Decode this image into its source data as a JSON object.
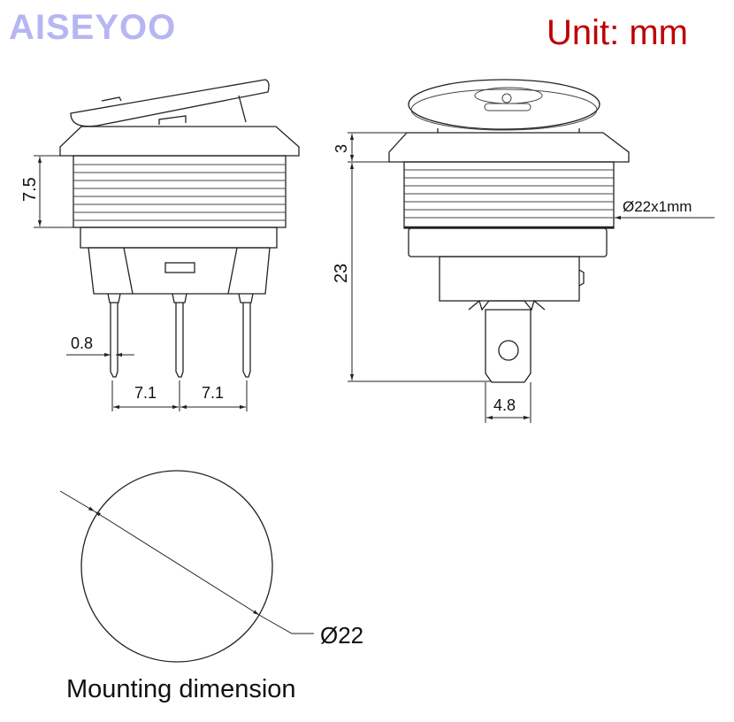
{
  "brand": {
    "logo_text": "AISEYOO",
    "color": "#b6b6f2"
  },
  "unit_label": {
    "text": "Unit: mm",
    "color": "#c00000"
  },
  "side_view": {
    "thread_length": "7.5",
    "pin_width": "0.8",
    "pin_pitch_left": "7.1",
    "pin_pitch_right": "7.1"
  },
  "front_view": {
    "bezel_height": "3",
    "body_height": "23",
    "thread_spec": "Ø22x1mm",
    "terminal_width": "4.8"
  },
  "mounting": {
    "hole_diameter": "Ø22",
    "caption": "Mounting dimension"
  }
}
